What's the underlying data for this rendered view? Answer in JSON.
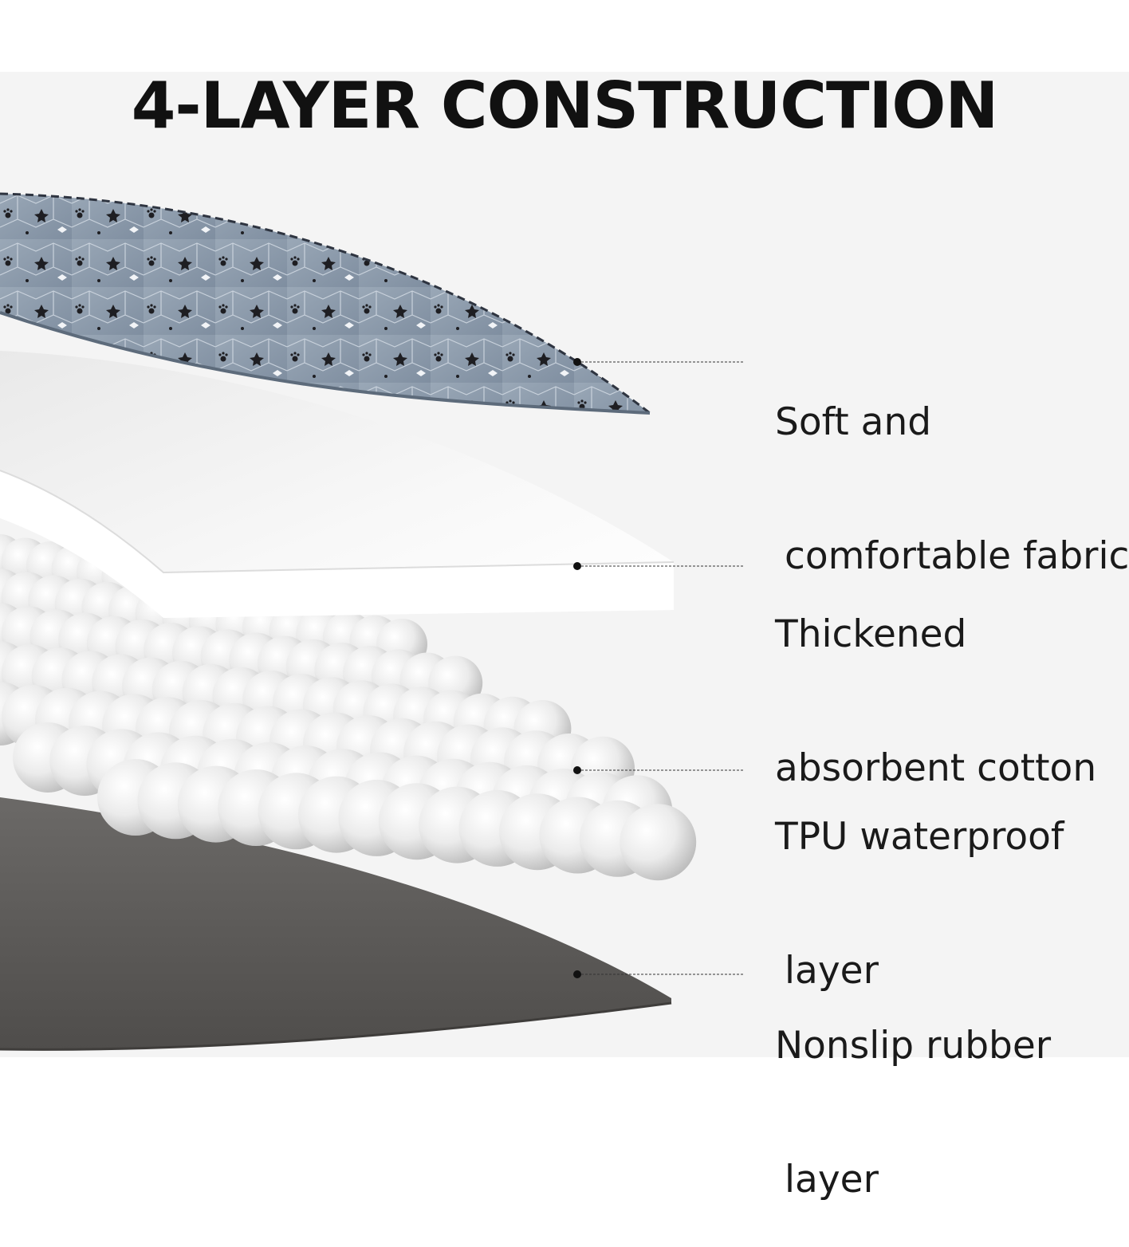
{
  "title": "4-LAYER CONSTRUCTION",
  "colors": {
    "panel_background": "#f4f4f4",
    "fabric_layer": "#8c9bab",
    "cotton_layer": "#ffffff",
    "tpu_layer": "#e6e6e6",
    "rubber_layer": "#5f5d5b",
    "title_text": "#111111"
  },
  "layers": [
    {
      "id": "fabric",
      "line1": "Soft and",
      "line2": "comfortable fabric"
    },
    {
      "id": "cotton",
      "line1": "Thickened",
      "line2": "absorbent cotton"
    },
    {
      "id": "tpu",
      "line1": "TPU waterproof",
      "line2": "layer"
    },
    {
      "id": "rubber",
      "line1": "Nonslip rubber",
      "line2": "layer"
    }
  ]
}
